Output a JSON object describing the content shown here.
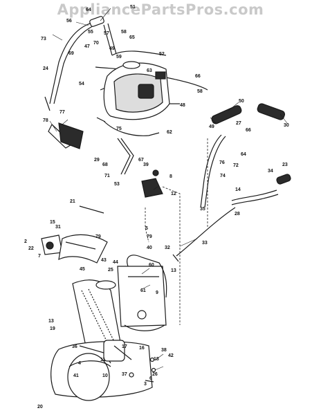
{
  "watermark": "AppliancePartsPros.com",
  "callouts": [
    "64",
    "51",
    "56",
    "55",
    "73",
    "57",
    "47",
    "58",
    "65",
    "70",
    "49",
    "69",
    "52",
    "59",
    "66",
    "63",
    "50",
    "24",
    "54",
    "58",
    "48",
    "77",
    "78",
    "27",
    "49",
    "75",
    "62",
    "66",
    "30",
    "64",
    "29",
    "68",
    "39",
    "67",
    "72",
    "71",
    "53",
    "76",
    "74",
    "8",
    "23",
    "34",
    "14",
    "12",
    "21",
    "35",
    "28",
    "5",
    "15",
    "31",
    "79",
    "79",
    "40",
    "32",
    "33",
    "2",
    "22",
    "7",
    "45",
    "43",
    "44",
    "60",
    "13",
    "25",
    "9",
    "61",
    "13",
    "19",
    "36",
    "38",
    "42",
    "16",
    "4",
    "11",
    "41",
    "10",
    "37",
    "17",
    "26",
    "6",
    "3",
    "18",
    "20"
  ],
  "colors": {
    "line": "#1a1a1a",
    "dark_fill": "#2b2b2b",
    "watermark": "#c9c9c9"
  }
}
